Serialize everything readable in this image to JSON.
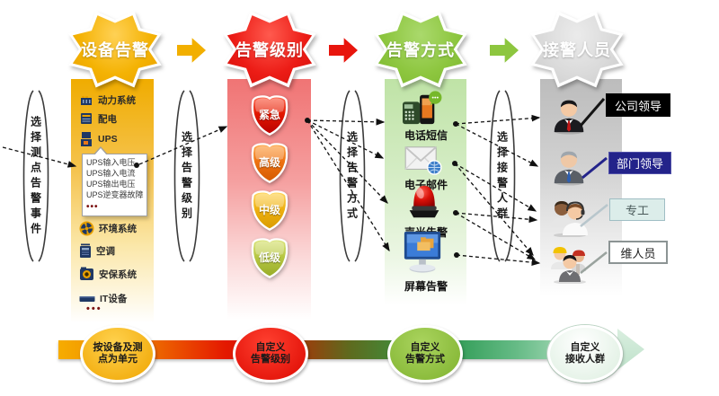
{
  "stages": [
    {
      "label": "设备告警",
      "color": "#F2AF00"
    },
    {
      "label": "告警级别",
      "color": "#EC1C16"
    },
    {
      "label": "告警方式",
      "color": "#8DC63F"
    },
    {
      "label": "接警人员",
      "color": "#D9D9D9"
    }
  ],
  "brackets": [
    {
      "text": "选择测点告警事件"
    },
    {
      "text": "选择告警级别"
    },
    {
      "text": "选择告警方式"
    },
    {
      "text": "选择接警人群"
    }
  ],
  "device_column": {
    "items": [
      {
        "label": "动力系统"
      },
      {
        "label": "配电"
      },
      {
        "label": "UPS"
      },
      {
        "label": "环境系统"
      },
      {
        "label": "空调"
      },
      {
        "label": "安保系统"
      },
      {
        "label": "IT设备"
      }
    ],
    "more": "•••",
    "ups_callout": {
      "lines": [
        "UPS输入电压",
        "UPS输入电流",
        "UPS输出电压",
        "UPS逆变器故障"
      ],
      "more": "•••"
    }
  },
  "level_column": {
    "levels": [
      {
        "label": "紧急",
        "color": "#D80000"
      },
      {
        "label": "高级",
        "color": "#E06A00"
      },
      {
        "label": "中级",
        "color": "#E2A400"
      },
      {
        "label": "低级",
        "color": "#A3B430"
      }
    ]
  },
  "method_column": {
    "methods": [
      {
        "label": "电话短信"
      },
      {
        "label": "电子邮件"
      },
      {
        "label": "声光告警"
      },
      {
        "label": "屏幕告警"
      }
    ]
  },
  "receiver_column": {
    "receivers": [
      {
        "label": "公司领导",
        "bg": "#000000",
        "fg": "#FFFFFF"
      },
      {
        "label": "部门领导",
        "bg": "#23238A",
        "fg": "#FFFFFF"
      },
      {
        "label": "专工",
        "bg": "#DCEDEA",
        "fg": "#4A5A5A"
      },
      {
        "label": "维人员",
        "bg": "#FFFFFF",
        "fg": "#222222"
      }
    ]
  },
  "timeline": {
    "milestones": [
      {
        "line1": "按设备及测",
        "line2": "点为单元",
        "color": "#F2B200"
      },
      {
        "line1": "自定义",
        "line2": "告警级别",
        "color": "#EC1C16"
      },
      {
        "line1": "自定义",
        "line2": "告警方式",
        "color": "#8DC63F"
      },
      {
        "line1": "自定义",
        "line2": "接收人群",
        "color": "#E8F4EA"
      }
    ]
  }
}
